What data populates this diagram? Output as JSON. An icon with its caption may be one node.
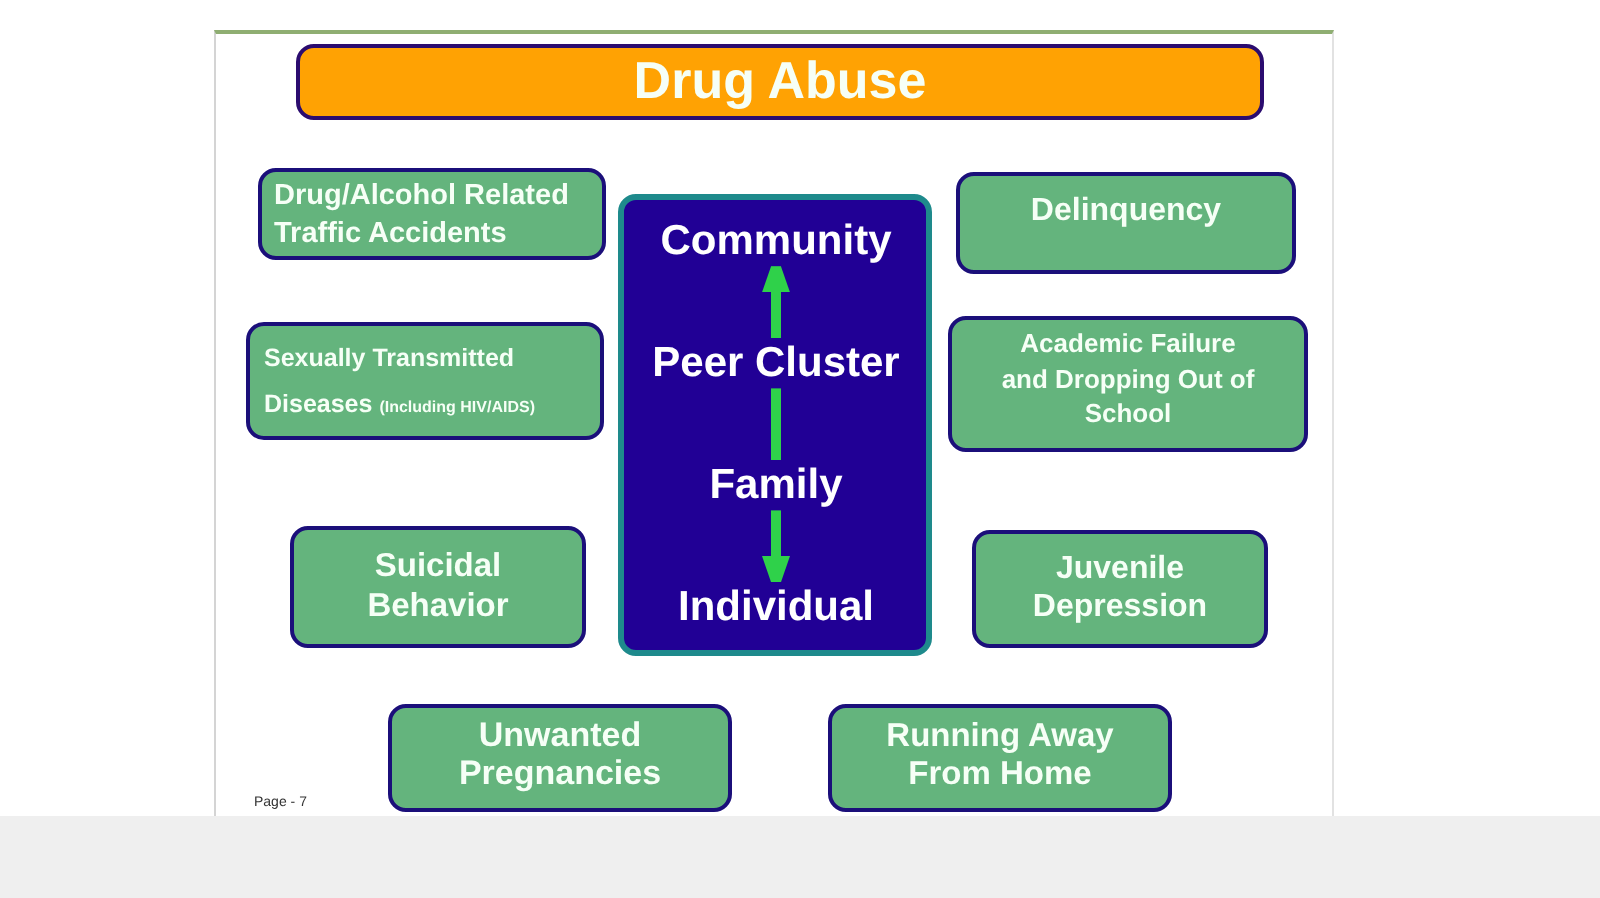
{
  "diagram": {
    "nodes": [
      {
        "text": [
          "Drug Abuse"
        ]
      },
      {
        "text": [
          "Drug/Alcohol Related Traffic Accidents"
        ]
      },
      {
        "text": [],
        "shape": "box"
      },
      {
        "text": [
          "Community"
        ],
        "in": 2
      },
      {
        "text": [
          "Peer Cluster"
        ],
        "in": 2
      },
      {
        "text": [
          "Family"
        ],
        "in": 2
      },
      {
        "text": [
          "Individual"
        ],
        "in": 2
      },
      {
        "text": [
          "Delinquency"
        ]
      },
      {
        "text": [
          "Sexually Transmitted Diseases",
          "(Including HIV/AIDS)"
        ]
      },
      {
        "text": [
          "Academic Failure and Dropping Out of School"
        ]
      },
      {
        "text": [
          "Suicidal Behavior"
        ]
      },
      {
        "text": [
          "Juvenile Depression"
        ]
      },
      {
        "text": [
          "Unwanted Pregnancies"
        ]
      },
      {
        "text": [
          "Running Away From Home"
        ]
      }
    ],
    "edges": [
      {
        "from": 4,
        "to": 3,
        "arrow": "to"
      },
      {
        "from": 5,
        "to": 4,
        "arrow": "none"
      },
      {
        "from": 5,
        "to": 6,
        "arrow": "to"
      }
    ],
    "labels": [
      "Page - 7"
    ]
  }
}
